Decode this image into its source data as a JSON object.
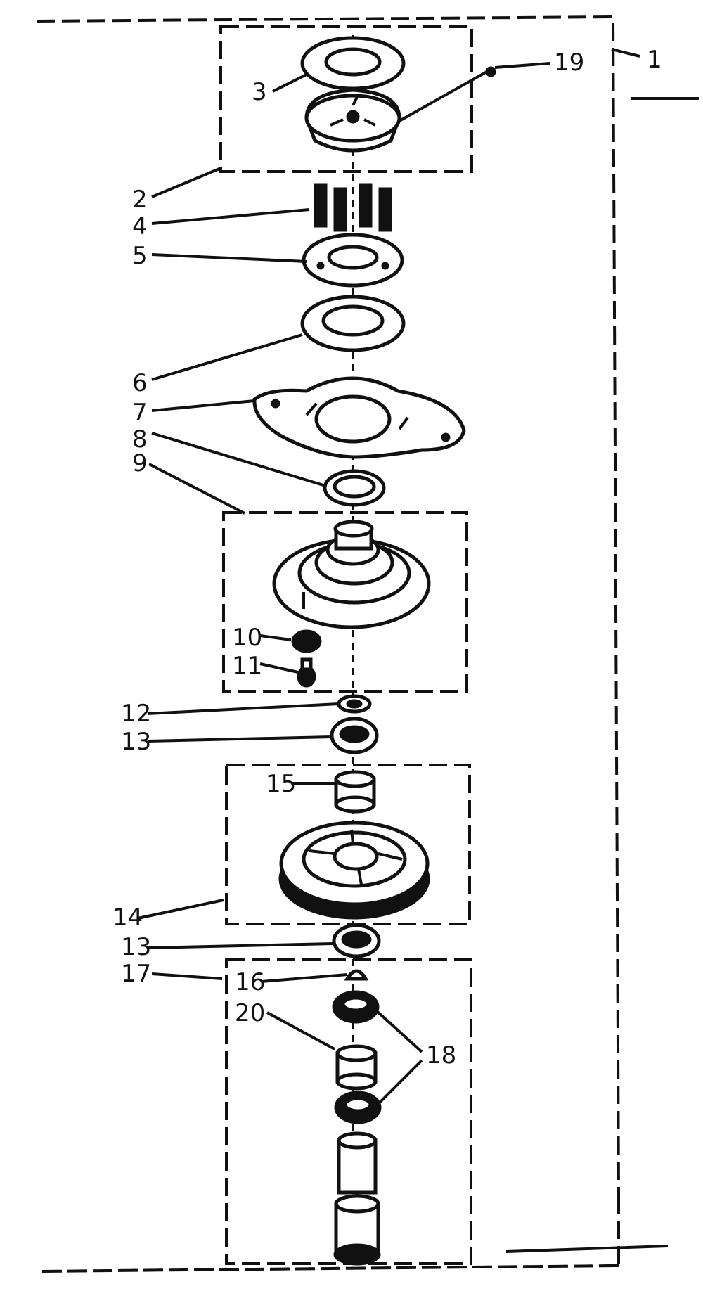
{
  "labels": {
    "l1": "1",
    "l2": "2",
    "l3": "3",
    "l4": "4",
    "l5": "5",
    "l6": "6",
    "l7": "7",
    "l8": "8",
    "l9": "9",
    "l10": "10",
    "l11": "11",
    "l12": "12",
    "l13a": "13",
    "l13b": "13",
    "l14": "14",
    "l15": "15",
    "l16": "16",
    "l17": "17",
    "l18": "18",
    "l19": "19",
    "l20": "20"
  }
}
